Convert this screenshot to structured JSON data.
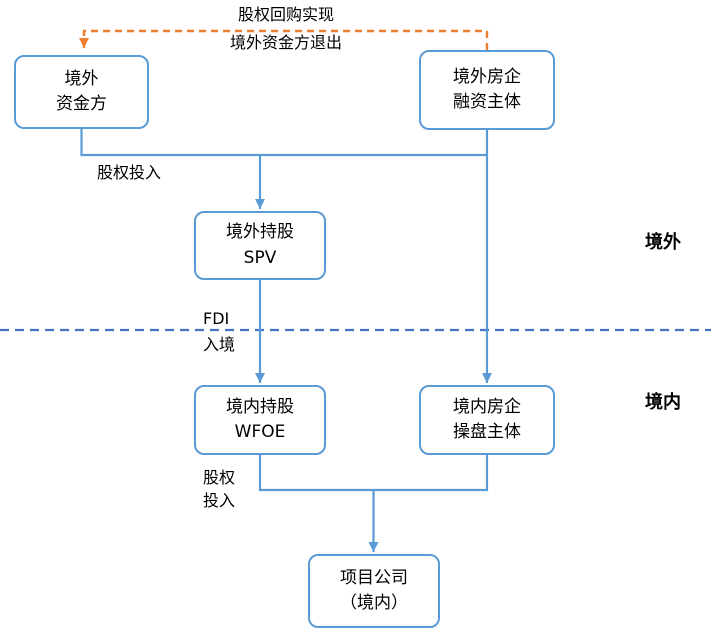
{
  "nodes": {
    "offshore_capital": {
      "line1": "境外",
      "line2": "资金方"
    },
    "offshore_financing": {
      "line1": "境外房企",
      "line2": "融资主体"
    },
    "offshore_spv": {
      "line1": "境外持股",
      "line2": "SPV"
    },
    "onshore_wfoe": {
      "line1": "境内持股",
      "line2": "WFOE"
    },
    "onshore_operator": {
      "line1": "境内房企",
      "line2": "操盘主体"
    },
    "project_company": {
      "line1": "项目公司",
      "line2": "（境内）"
    }
  },
  "edge_labels": {
    "buyback_line1": "股权回购实现",
    "buyback_line2": "境外资金方退出",
    "equity_input_top": "股权投入",
    "fdi_line1": "FDI",
    "fdi_line2": "入境",
    "equity_input_bottom_line1": "股权",
    "equity_input_bottom_line2": "投入"
  },
  "region_labels": {
    "offshore": "境外",
    "onshore": "境内"
  },
  "colors": {
    "box_border": "#5B9BD5",
    "connector": "#5B9BD5",
    "buyback_dash": "#ED7D31",
    "separator": "#4472C4",
    "text": "#000000"
  }
}
